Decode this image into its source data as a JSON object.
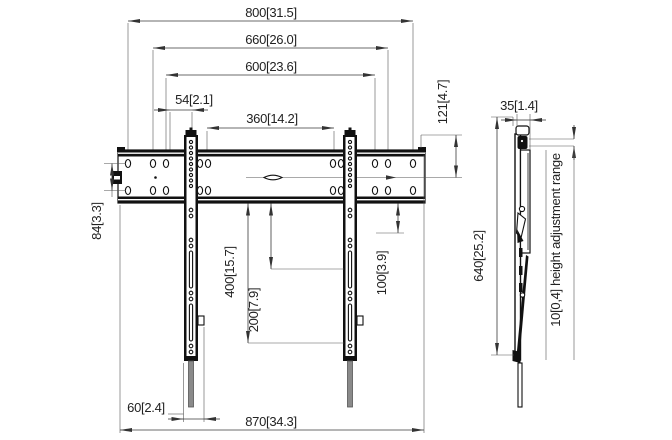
{
  "front_view": {
    "width_800": "800[31.5]",
    "width_660": "660[26.0]",
    "width_600": "600[23.6]",
    "offset_54": "54[2.1]",
    "width_360": "360[14.2]",
    "height_121": "121[4.7]",
    "height_84": "84[3.3]",
    "height_400": "400[15.7]",
    "height_200": "200[7.9]",
    "height_100": "100[3.9]",
    "width_60": "60[2.4]",
    "width_870": "870[34.3]"
  },
  "side_view": {
    "depth_35": "35[1.4]",
    "height_640": "640[25.2]",
    "adjustment_note": "10[0,4] height adjustment range"
  },
  "colors": {
    "line": "#111111",
    "dim_line": "#3a3a3a",
    "text": "#222222",
    "rod_fill": "#8a8a8a",
    "background": "#ffffff"
  }
}
